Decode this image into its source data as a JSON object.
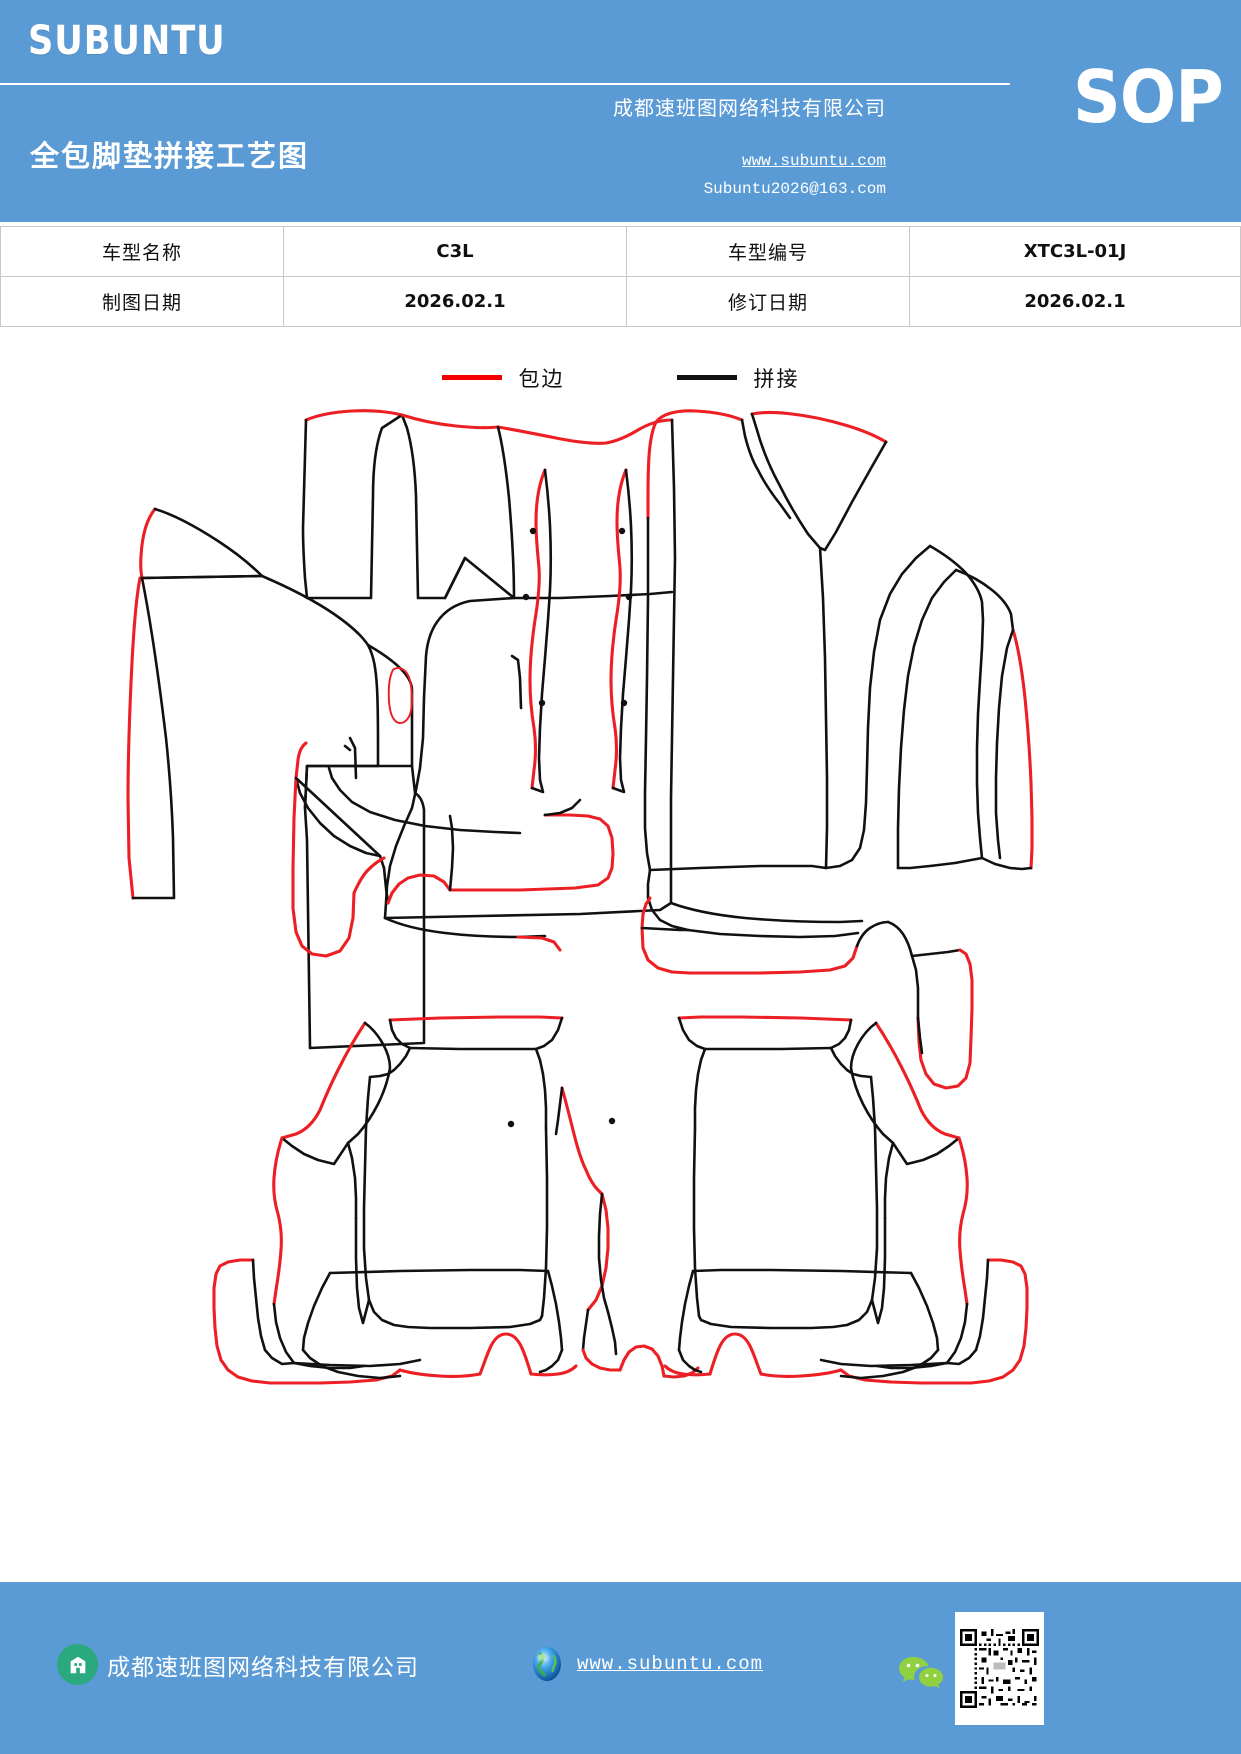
{
  "header": {
    "brand": "SUBUNTU",
    "doc_title": "全包脚垫拼接工艺图",
    "company": "成都速班图网络科技有限公司",
    "url": "www.subuntu.com",
    "email": "Subuntu2026@163.com",
    "badge": "SOP",
    "bg_color": "#5b9bd5"
  },
  "info_table": {
    "rows": [
      {
        "label": "车型名称",
        "value": "C3L",
        "label2": "车型编号",
        "value2": "XTC3L-01J"
      },
      {
        "label": "制图日期",
        "value": "2026.02.1",
        "label2": "修订日期",
        "value2": "2026.02.1"
      }
    ]
  },
  "legend": {
    "items": [
      {
        "label": "包边",
        "color": "#f40000"
      },
      {
        "label": "拼接",
        "color": "#111111"
      }
    ]
  },
  "drawing": {
    "description": "全包脚垫拼接工艺图 - 上下两组对称裁片轮廓图",
    "edge_color": "#ec2024",
    "seam_color": "#111111"
  },
  "footer": {
    "company": "成都速班图网络科技有限公司",
    "url": "www.subuntu.com",
    "company_icon": "building-icon",
    "globe_icon": "globe-icon",
    "wechat_icon": "wechat-icon",
    "qr_icon": "qr-code",
    "bg_color": "#5b9bd5"
  }
}
